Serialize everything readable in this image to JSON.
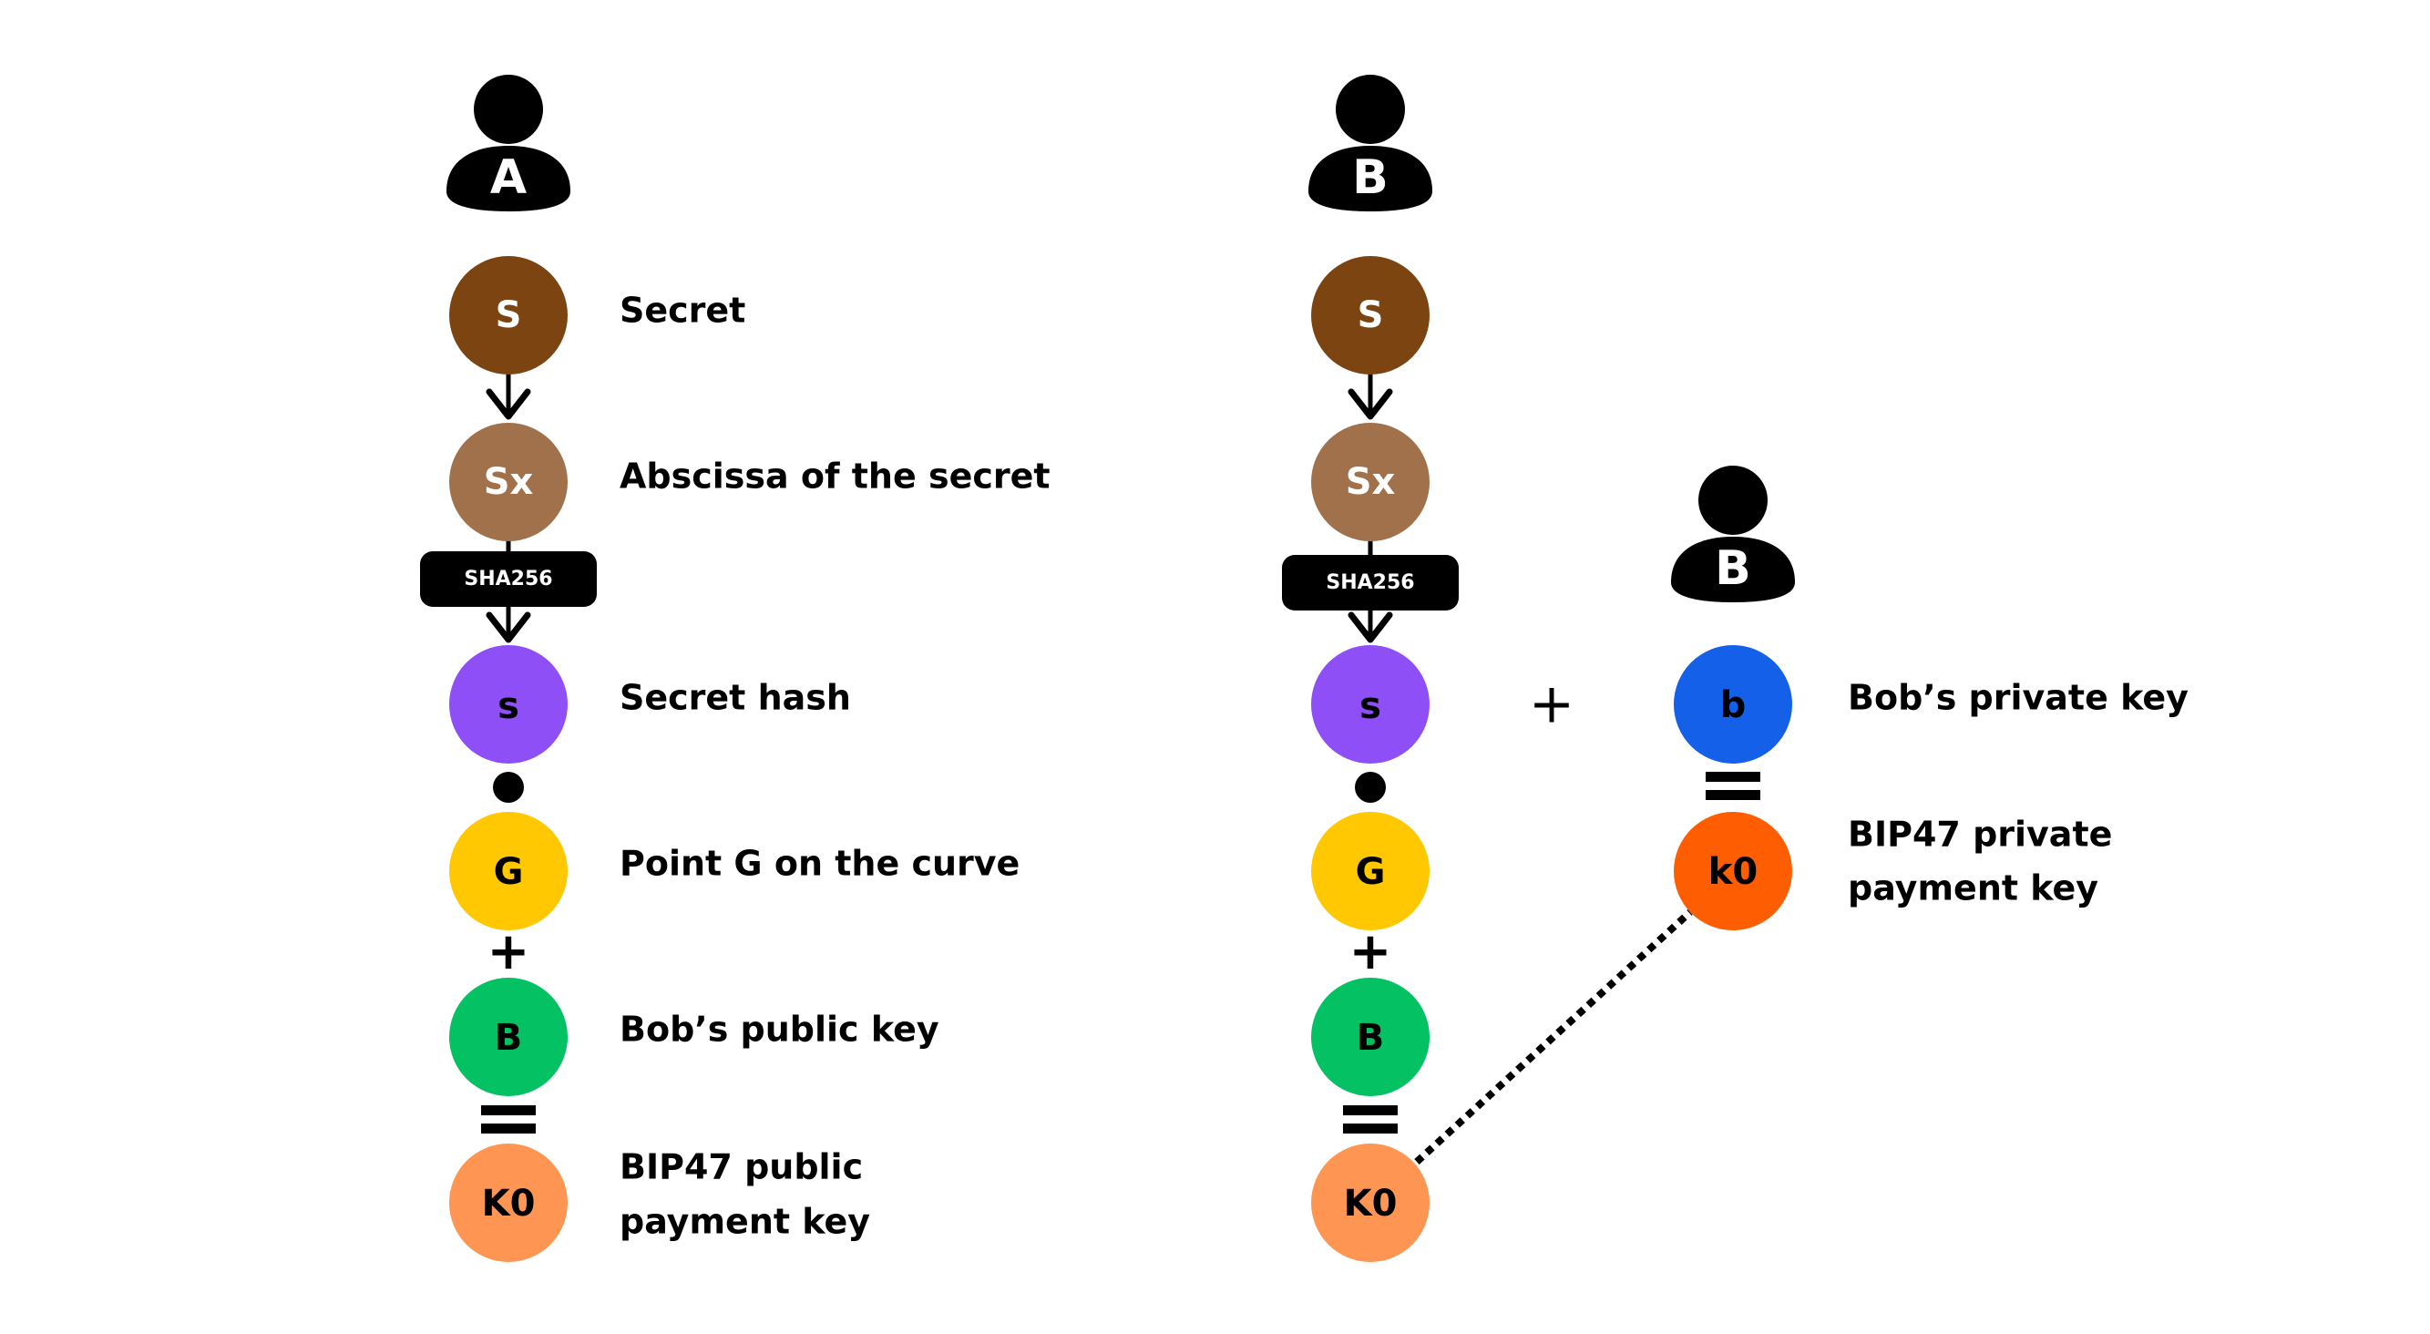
{
  "colors": {
    "secret": "#7b4410",
    "abscissa": "#a0714b",
    "hash": "#8e4ff6",
    "point_g": "#ffc800",
    "bob_public": "#04c163",
    "public_payment": "#ff9552",
    "bob_private": "#1560e8",
    "private_payment": "#fe5d02",
    "ink": "#000000",
    "on_dark": "#ffffff"
  },
  "alice": {
    "avatar": {
      "icon": "user-icon",
      "letter": "A"
    },
    "nodes": {
      "secret": {
        "label": "S",
        "desc": "Secret"
      },
      "abscissa": {
        "label": "Sx",
        "desc": "Abscissa of the secret"
      },
      "hash_function": "SHA256",
      "hash": {
        "label": "s",
        "desc": "Secret hash"
      },
      "point_g": {
        "label": "G",
        "desc": "Point G on the curve"
      },
      "bob_public": {
        "label": "B",
        "desc": "Bob’s public key"
      },
      "public_payment": {
        "label": "K0",
        "desc_line1": "BIP47 public",
        "desc_line2": "payment key"
      }
    }
  },
  "bob": {
    "avatar": {
      "icon": "user-icon",
      "letter": "B"
    },
    "nodes": {
      "secret": {
        "label": "S"
      },
      "abscissa": {
        "label": "Sx"
      },
      "hash_function": "SHA256",
      "hash": {
        "label": "s"
      },
      "point_g": {
        "label": "G"
      },
      "bob_public": {
        "label": "B"
      },
      "public_payment": {
        "label": "K0"
      }
    },
    "private_side": {
      "avatar": {
        "icon": "user-icon",
        "letter": "B"
      },
      "plus_symbol": "+",
      "bob_private": {
        "label": "b",
        "desc": "Bob’s private key"
      },
      "private_payment": {
        "label": "k0",
        "desc_line1": "BIP47 private",
        "desc_line2": "payment key"
      }
    }
  },
  "operators": {
    "multiply_icon": "dot-icon",
    "add": "+",
    "equals_icon": "equals-icon",
    "arrow_icon": "arrow-down-icon",
    "link_icon": "dotted-line"
  }
}
